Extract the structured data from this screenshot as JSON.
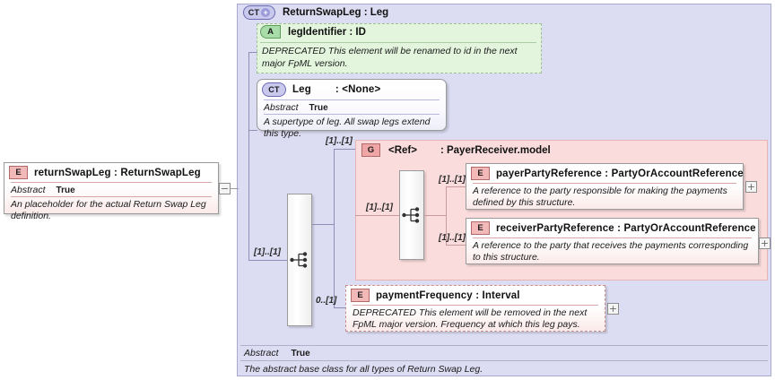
{
  "diagram": {
    "kind": "xml-schema-diagram",
    "colors": {
      "outer_fill": "#dcdcf2",
      "outer_border": "#a9a9cf",
      "group_fill": "#fadcdc",
      "group_border": "#e7b4b4",
      "attribute_fill": "#e3f5dd",
      "element_badge": "#f3b8b8",
      "attribute_badge": "#a8dca8",
      "complextype_badge": "#c9c9ee",
      "connector": "#8e8eb4"
    }
  },
  "root_element": {
    "badge": "E",
    "badge_name": "element-icon",
    "title": "returnSwapLeg : ReturnSwapLeg",
    "prop_key": "Abstract",
    "prop_value": "True",
    "description": "An placeholder for the actual Return Swap Leg definition.",
    "toggle": "−",
    "toggle_name": "collapse-toggle"
  },
  "complextype_container": {
    "badge": "CT",
    "badge_plus": "+",
    "badge_name": "complextype-expanded-icon",
    "title": "ReturnSwapLeg : Leg",
    "footer": {
      "prop_key": "Abstract",
      "prop_value": "True",
      "description": "The abstract base class for all types of Return Swap Leg."
    }
  },
  "attribute_node": {
    "badge": "A",
    "badge_name": "attribute-icon",
    "title": "legIdentifier : ID",
    "description": "DEPRECATED This element will be renamed to id in the next major FpML version."
  },
  "base_type_node": {
    "badge": "CT",
    "badge_name": "complextype-icon",
    "title_left": "Leg",
    "title_right": ": <None>",
    "prop_key": "Abstract",
    "prop_value": "True",
    "description": "A supertype of leg. All swap legs extend this type."
  },
  "group_ref": {
    "badge": "G",
    "badge_name": "group-icon",
    "title_left": "<Ref>",
    "title_right": ": PayerReceiver.model",
    "cardinality": "[1]..[1]"
  },
  "sequence_outer": {
    "name": "sequence-compositor",
    "cardinality": "[1]..[1]"
  },
  "sequence_inner": {
    "name": "sequence-compositor",
    "cardinality": "[1]..[1]"
  },
  "members": [
    {
      "badge": "E",
      "badge_name": "element-icon",
      "title": "payerPartyReference : PartyOrAccountReference",
      "description": "A reference to the party responsible for making the payments defined by this structure.",
      "cardinality": "[1]..[1]",
      "toggle": "+",
      "optional": false
    },
    {
      "badge": "E",
      "badge_name": "element-icon",
      "title": "receiverPartyReference : PartyOrAccountReference",
      "description": "A reference to the party that receives the payments corresponding to this structure.",
      "cardinality": "[1]..[1]",
      "toggle": "+",
      "optional": false
    },
    {
      "badge": "E",
      "badge_name": "element-icon",
      "title": "paymentFrequency : Interval",
      "description": "DEPRECATED This element will be removed in the next FpML major version. Frequency at which this leg pays.",
      "cardinality": "0..[1]",
      "toggle": "+",
      "optional": true
    }
  ]
}
